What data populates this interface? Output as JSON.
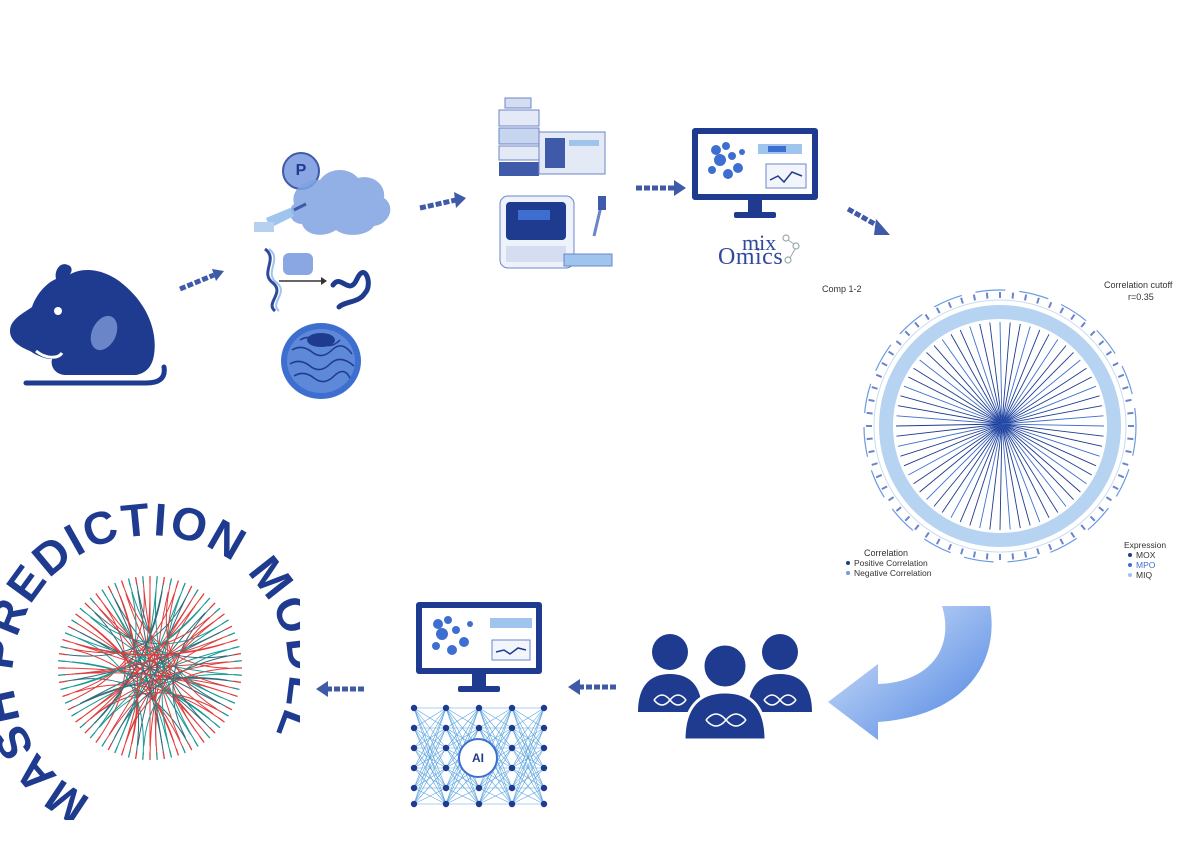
{
  "phospho_label": "P",
  "omics_logo": {
    "mix": "mix",
    "omics": "Omics"
  },
  "circos": {
    "title_left": "Comp 1-2",
    "title_right": "Correlation cutoff",
    "cutoff_value": "r=0.35",
    "legend_correlation": {
      "title": "Correlation",
      "items": [
        "Positive Correlation",
        "Negative Correlation"
      ]
    },
    "legend_expression": {
      "title": "Expression",
      "items": [
        "MOX",
        "MPO",
        "MIQ"
      ]
    }
  },
  "ai_label": "AI",
  "prediction_text": "MASH PREDICTION MODEL",
  "colors": {
    "primary": "#1f3b8f",
    "accent": "#3e6fd0",
    "light": "#9fc4ee",
    "red": "#e63a3a",
    "teal": "#1a9a94"
  }
}
